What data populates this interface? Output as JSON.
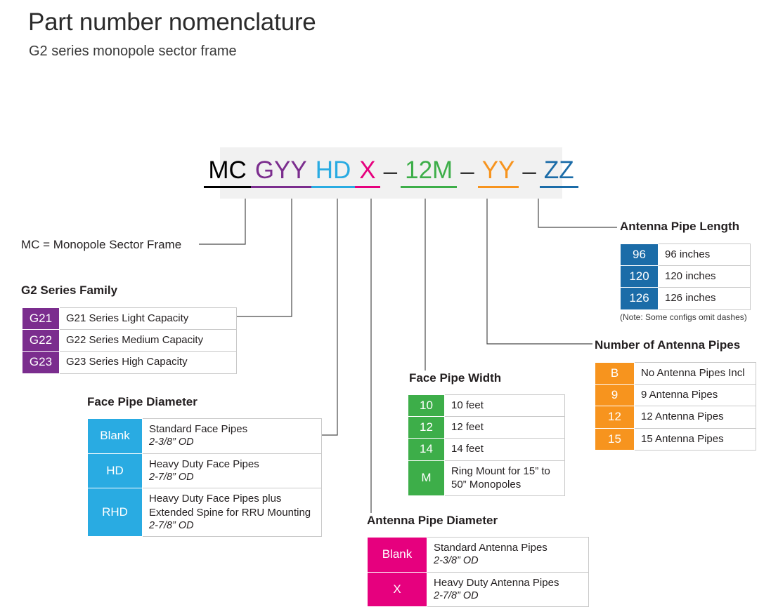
{
  "header": {
    "title": "Part number nomenclature",
    "subtitle": "G2 series monopole sector frame"
  },
  "formula": {
    "segments": [
      {
        "text": "MC",
        "color": "#000000"
      },
      {
        "text": "GYY",
        "color": "#7B2D8E"
      },
      {
        "text": "HD",
        "color": "#29ABE2"
      },
      {
        "text": "X",
        "color": "#E6007E"
      },
      {
        "text": "–",
        "color": "#333333"
      },
      {
        "text": "12M",
        "color": "#3DAE49"
      },
      {
        "text": "–",
        "color": "#333333"
      },
      {
        "text": "YY",
        "color": "#F7941E"
      },
      {
        "text": "–",
        "color": "#333333"
      },
      {
        "text": "ZZ",
        "color": "#1B6CA8"
      }
    ]
  },
  "mc_label": "MC = Monopole Sector Frame",
  "note": "(Note: Some configs omit dashes)",
  "sections": {
    "series_family": {
      "title": "G2 Series Family",
      "color": "#7B2D8E",
      "rows": [
        {
          "key": "G21",
          "main": "G21 Series Light Capacity",
          "sub": ""
        },
        {
          "key": "G22",
          "main": "G22 Series Medium Capacity",
          "sub": ""
        },
        {
          "key": "G23",
          "main": "G23 Series High Capacity",
          "sub": ""
        }
      ]
    },
    "face_pipe_diameter": {
      "title": "Face Pipe Diameter",
      "color": "#29ABE2",
      "rows": [
        {
          "key": "Blank",
          "main": "Standard Face Pipes",
          "sub": "2-3/8” OD"
        },
        {
          "key": "HD",
          "main": "Heavy Duty Face Pipes",
          "sub": "2-7/8” OD"
        },
        {
          "key": "RHD",
          "main": "Heavy Duty Face Pipes plus Extended Spine for RRU Mounting",
          "sub": "2-7/8” OD"
        }
      ]
    },
    "antenna_pipe_diameter": {
      "title": "Antenna Pipe Diameter",
      "color": "#E6007E",
      "rows": [
        {
          "key": "Blank",
          "main": "Standard Antenna Pipes",
          "sub": "2-3/8” OD"
        },
        {
          "key": "X",
          "main": "Heavy Duty Antenna Pipes",
          "sub": "2-7/8” OD"
        }
      ]
    },
    "face_pipe_width": {
      "title": "Face Pipe Width",
      "color": "#3DAE49",
      "rows": [
        {
          "key": "10",
          "main": "10 feet",
          "sub": ""
        },
        {
          "key": "12",
          "main": "12 feet",
          "sub": ""
        },
        {
          "key": "14",
          "main": "14 feet",
          "sub": ""
        },
        {
          "key": "M",
          "main": "Ring Mount for 15” to 50” Monopoles",
          "sub": ""
        }
      ]
    },
    "number_of_antenna_pipes": {
      "title": "Number of Antenna Pipes",
      "color": "#F7941E",
      "rows": [
        {
          "key": "B",
          "main": "No Antenna Pipes Incl",
          "sub": ""
        },
        {
          "key": "9",
          "main": "9 Antenna Pipes",
          "sub": ""
        },
        {
          "key": "12",
          "main": "12 Antenna Pipes",
          "sub": ""
        },
        {
          "key": "15",
          "main": "15 Antenna Pipes",
          "sub": ""
        }
      ]
    },
    "antenna_pipe_length": {
      "title": "Antenna Pipe Length",
      "color": "#1B6CA8",
      "rows": [
        {
          "key": "96",
          "main": "96 inches",
          "sub": ""
        },
        {
          "key": "120",
          "main": "120 inches",
          "sub": ""
        },
        {
          "key": "126",
          "main": "126 inches",
          "sub": ""
        }
      ]
    }
  }
}
